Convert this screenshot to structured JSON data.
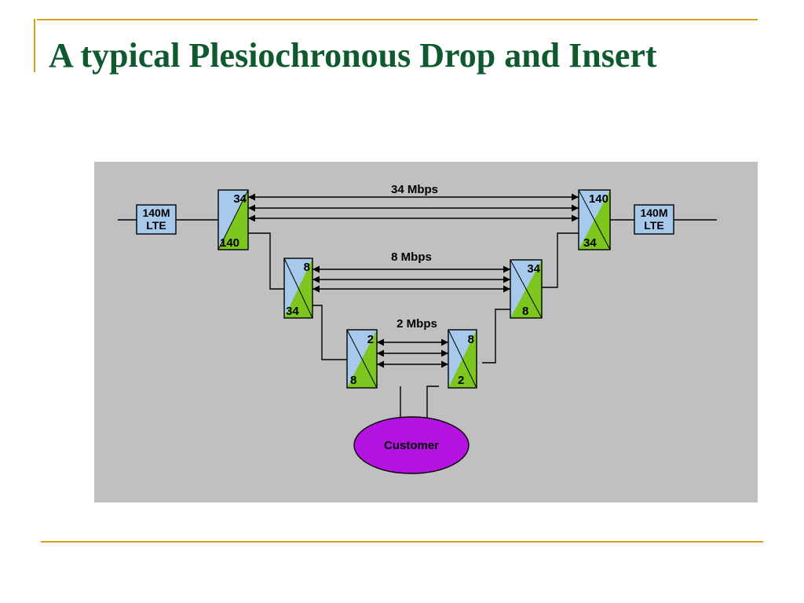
{
  "slide": {
    "title": "A typical Plesiochronous Drop and Insert"
  },
  "diagram": {
    "line_terminals": [
      {
        "id": "lte-left",
        "rate": "140M",
        "label": "LTE"
      },
      {
        "id": "lte-right",
        "rate": "140M",
        "label": "LTE"
      }
    ],
    "multiplexers": [
      {
        "id": "mux-140-34-left",
        "top": "34",
        "bottom": "140"
      },
      {
        "id": "mux-140-34-right",
        "top": "140",
        "bottom": "34"
      },
      {
        "id": "mux-34-8-left",
        "top": "8",
        "bottom": "34"
      },
      {
        "id": "mux-34-8-right",
        "top": "34",
        "bottom": "8"
      },
      {
        "id": "mux-8-2-left",
        "top": "2",
        "bottom": "8"
      },
      {
        "id": "mux-8-2-right",
        "top": "8",
        "bottom": "2"
      }
    ],
    "links": [
      {
        "id": "link-34",
        "label": "34 Mbps"
      },
      {
        "id": "link-8",
        "label": "8 Mbps"
      },
      {
        "id": "link-2",
        "label": "2 Mbps"
      }
    ],
    "customer": {
      "label": "Customer"
    },
    "colors": {
      "background": "#c0c0c0",
      "mux_light": "#a7c9ec",
      "mux_green": "#7cc61f",
      "lte_fill": "#a7c9ec",
      "customer_fill": "#b312e0",
      "line": "#000000"
    }
  }
}
